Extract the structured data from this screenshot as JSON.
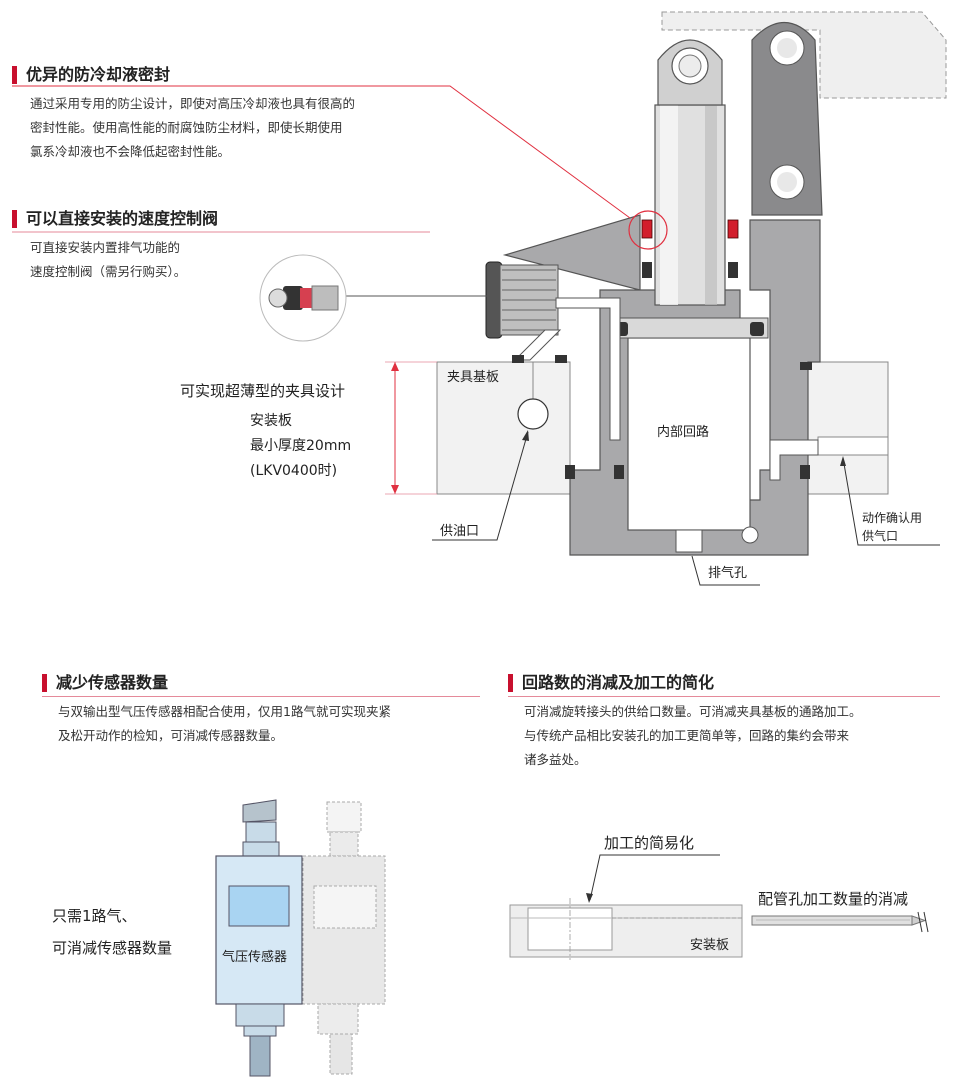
{
  "sections": {
    "coolant_seal": {
      "title": "优异的防冷却液密封",
      "body": "通过采用专用的防尘设计，即使对高压冷却液也具有很高的\n密封性能。使用高性能的耐腐蚀防尘材料，即使长期使用\n氯系冷却液也不会降低起密封性能。"
    },
    "speed_valve": {
      "title": "可以直接安装的速度控制阀",
      "body": "可直接安装内置排气功能的\n速度控制阀（需另行购买）。"
    },
    "reduce_sensors": {
      "title": "减少传感器数量",
      "body": "与双输出型气压传感器相配合使用，仅用1路气就可实现夹紧\n及松开动作的检知，可消减传感器数量。"
    },
    "circuit_reduction": {
      "title": "回路数的消减及加工的简化",
      "body": "可消减旋转接头的供给口数量。可消减夹具基板的通路加工。\n与传统产品相比安装孔的加工更简单等，回路的集约会带来\n诸多益处。"
    }
  },
  "diagram_main": {
    "thin_design": "可实现超薄型的夹具设计",
    "mount_plate": "安装板",
    "min_thickness": "最小厚度20mm",
    "model_note": "(LKV0400时)",
    "fixture_plate": "夹具基板",
    "internal_circuit": "内部回路",
    "oil_port": "供油口",
    "exhaust_hole": "排气孔",
    "confirm_air_line1": "动作确认用",
    "confirm_air_line2": "供气口"
  },
  "diagram_sensor": {
    "note_line1": "只需1路气、",
    "note_line2": "可消减传感器数量",
    "sensor_label": "气压传感器"
  },
  "diagram_machining": {
    "simplify_label": "加工的简易化",
    "reduce_piping_label": "配管孔加工数量的消减",
    "plate_label": "安装板"
  },
  "colors": {
    "accent": "#c8102e",
    "leader_red": "#e03040",
    "body_gray": "#a9a9ab",
    "dark_gray": "#8a8a8c",
    "sensor_blue": "#d6e8f5",
    "sensor_window": "#a9d4f2"
  }
}
